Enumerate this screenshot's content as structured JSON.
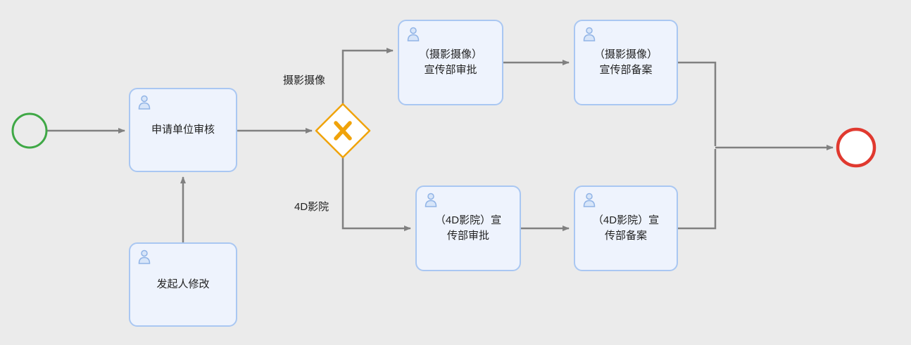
{
  "diagram": {
    "type": "bpmn-flow",
    "nodes": {
      "start": {
        "name": "start-event",
        "shape": "circle",
        "color": "#3fa846"
      },
      "end": {
        "name": "end-event",
        "shape": "circle",
        "color": "#e0392f"
      },
      "gateway": {
        "name": "exclusive-gateway",
        "shape": "diamond",
        "symbol": "X",
        "color": "#f0a30a"
      },
      "task_apply_review": {
        "label": "申请单位审核"
      },
      "task_initiator_edit": {
        "label": "发起人修改"
      },
      "task_photo_approval": {
        "label": "（摄影摄像）\n宣传部审批"
      },
      "task_photo_record": {
        "label": "（摄影摄像）\n宣传部备案"
      },
      "task_4d_approval": {
        "label": "（4D影院）宣\n传部审批"
      },
      "task_4d_record": {
        "label": "（4D影院）宣\n传部备案"
      }
    },
    "edge_labels": {
      "photo": "摄影摄像",
      "cinema4d": "4D影院"
    },
    "colors": {
      "background": "#ebebeb",
      "task_fill": "#eef3fd",
      "task_border": "#a9c7f2",
      "connector": "#808080",
      "gateway_border": "#f0a30a",
      "start_border": "#3fa846",
      "end_border": "#e0392f"
    }
  }
}
